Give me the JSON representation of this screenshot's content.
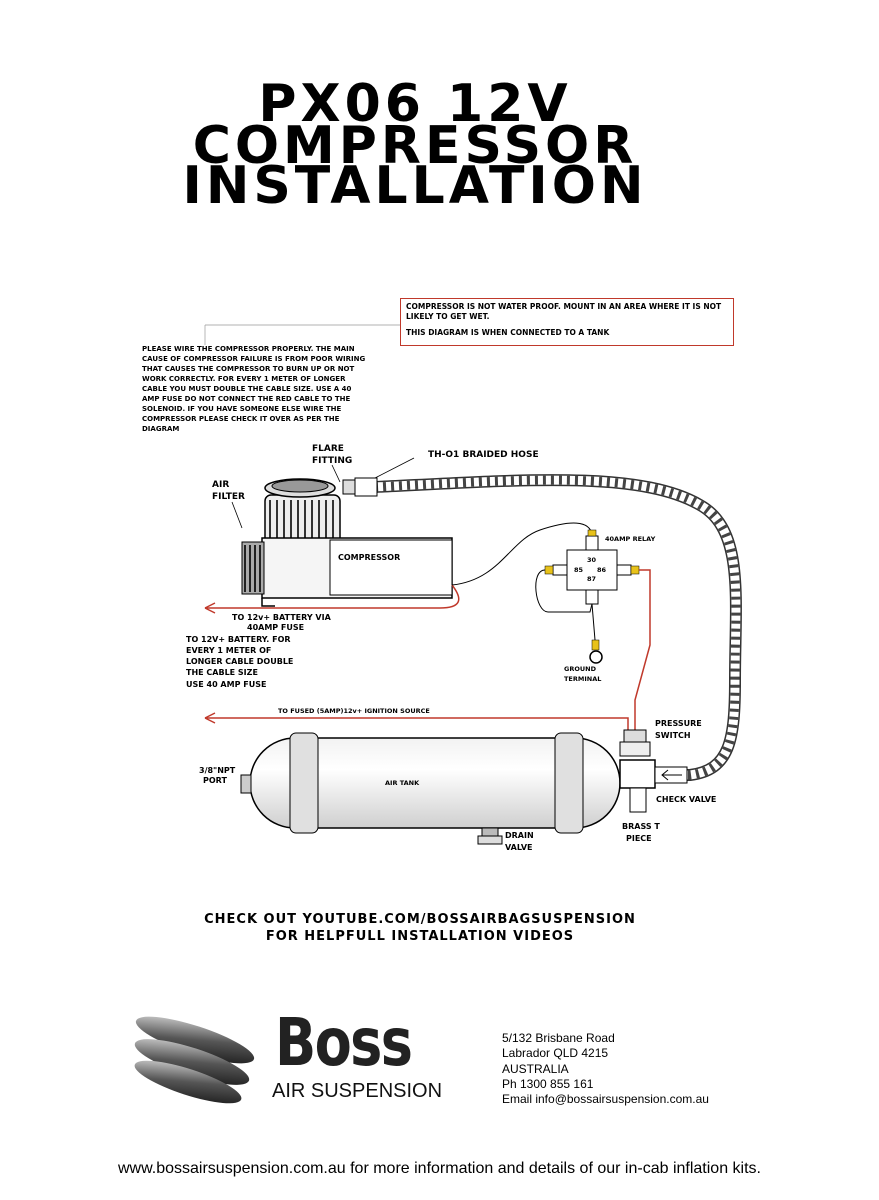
{
  "title": {
    "line1": "PX06 12V",
    "line2": "COMPRESSOR",
    "line3": "INSTALLATION"
  },
  "notes": {
    "line1": "COMPRESSOR IS NOT WATER PROOF. MOUNT IN AN AREA WHERE IT IS NOT LIKELY TO GET WET.",
    "line2": "THIS DIAGRAM IS WHEN CONNECTED TO A TANK"
  },
  "wiring_warning": "PLEASE WIRE THE COMPRESSOR PROPERLY. THE MAIN CAUSE OF COMPRESSOR FAILURE IS FROM POOR WIRING THAT CAUSES THE COMPRESSOR TO BURN UP OR NOT WORK CORRECTLY. FOR EVERY 1 METER OF LONGER CABLE YOU MUST DOUBLE THE CABLE SIZE. USE A 40 AMP FUSE DO NOT CONNECT THE RED CABLE TO THE SOLENOID. IF YOU HAVE SOMEONE ELSE WIRE THE COMPRESSOR PLEASE CHECK IT OVER AS PER THE DIAGRAM",
  "labels": {
    "flare_fitting_1": "FLARE",
    "flare_fitting_2": "FITTING",
    "braided_hose": "TH-O1 BRAIDED HOSE",
    "air_filter_1": "AIR",
    "air_filter_2": "FILTER",
    "compressor": "COMPRESSOR",
    "relay": "40AMP RELAY",
    "pin30": "30",
    "pin85": "85",
    "pin86": "86",
    "pin87": "87",
    "ground_1": "GROUND",
    "ground_2": "TERMINAL",
    "battery_via_1": "TO 12v+ BATTERY VIA",
    "battery_via_2": "40AMP FUSE",
    "battery_note_1": "TO 12V+ BATTERY. FOR",
    "battery_note_2": "EVERY 1 METER OF",
    "battery_note_3": "LONGER CABLE DOUBLE",
    "battery_note_4": "THE CABLE SIZE",
    "battery_note_5": "USE 40 AMP FUSE",
    "ignition": "TO FUSED (5AMP)12v+ IGNITION SOURCE",
    "pressure_switch_1": "PRESSURE",
    "pressure_switch_2": "SWITCH",
    "npt_port_1": "3/8\"NPT",
    "npt_port_2": "PORT",
    "air_tank": "AIR TANK",
    "check_valve": "CHECK VALVE",
    "brass_t_1": "BRASS T",
    "brass_t_2": "PIECE",
    "drain_1": "DRAIN",
    "drain_2": "VALVE"
  },
  "promo": {
    "line1": "CHECK OUT YOUTUBE.COM/BOSSAIRBAGSUSPENSION",
    "line2": "FOR HELPFULL INSTALLATION VIDEOS"
  },
  "brand": {
    "name": "Boss",
    "tagline": "AIR SUSPENSION"
  },
  "address": {
    "line1": "5/132 Brisbane Road",
    "line2": "Labrador QLD 4215",
    "line3": "AUSTRALIA",
    "phone": "Ph 1300 855 161",
    "email": "Email info@bossairsuspension.com.au"
  },
  "footer": "www.bossairsuspension.com.au for more information and details of our in-cab inflation kits.",
  "colors": {
    "wire_red": "#c0392b",
    "note_border": "#c0392b",
    "relay_terminal": "#e8c21a"
  }
}
